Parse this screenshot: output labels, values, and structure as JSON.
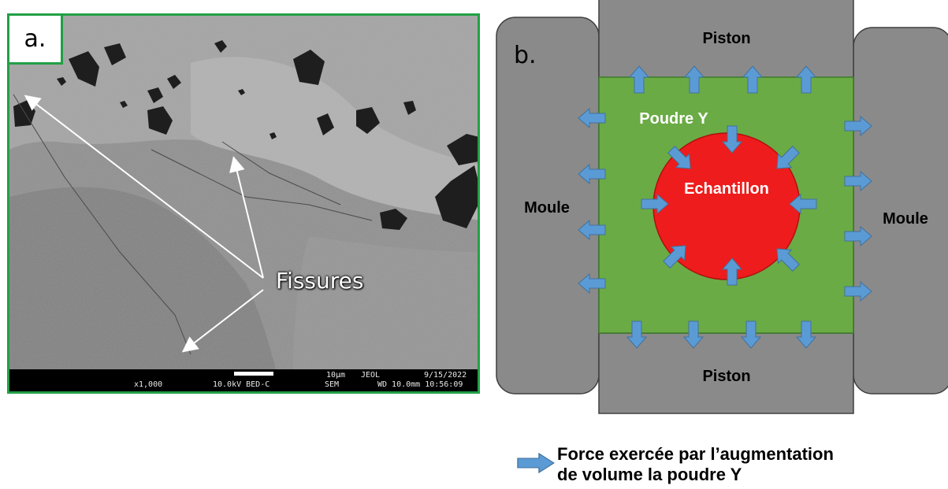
{
  "panel_a": {
    "label": "a.",
    "annotation": "Fissures",
    "sem_bar": {
      "magnification": "x1,000",
      "voltage_mode": "10.0kV BED-C",
      "scale": "10μm",
      "brand": "JEOL",
      "instrument": "SEM",
      "date": "9/15/2022",
      "working_distance_time": "WD 10.0mm 10:56:09"
    }
  },
  "panel_b": {
    "label": "b.",
    "piston_top": "Piston",
    "piston_bottom": "Piston",
    "mould_left": "Moule",
    "mould_right": "Moule",
    "powder": "Poudre Y",
    "sample": "Echantillon",
    "colors": {
      "powder": "#6aab45",
      "sample": "#ee1c1c",
      "mould": "#8a8a8a",
      "arrow": "#5b9bd5"
    }
  },
  "legend": {
    "line1": "Force exercée par l’augmentation",
    "line2": "de volume la poudre Y",
    "icon": "blue-arrow-icon"
  }
}
